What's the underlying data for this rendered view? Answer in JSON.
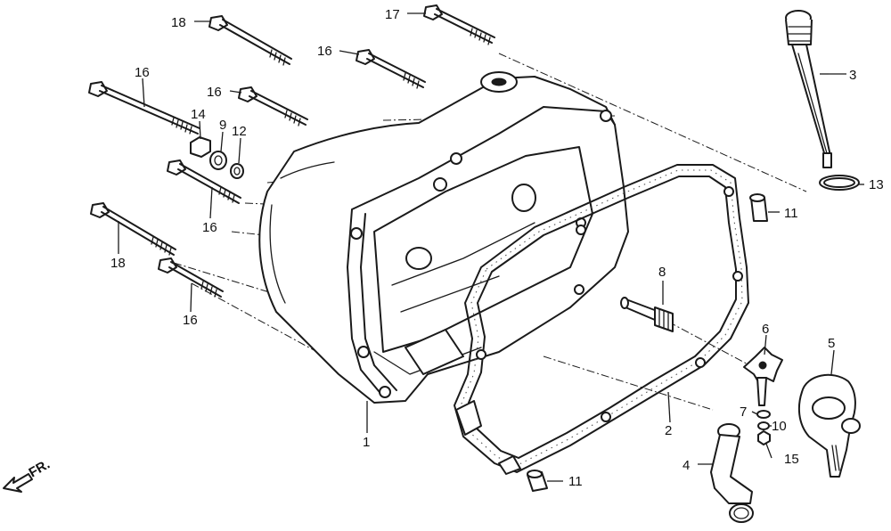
{
  "callouts": {
    "c1": "1",
    "c2": "2",
    "c3": "3",
    "c4": "4",
    "c5": "5",
    "c6": "6",
    "c7": "7",
    "c8": "8",
    "c9": "9",
    "c10": "10",
    "c11a": "11",
    "c11b": "11",
    "c12": "12",
    "c13": "13",
    "c14": "14",
    "c15": "15",
    "c16a": "16",
    "c16b": "16",
    "c16c": "16",
    "c16d": "16",
    "c16e": "16",
    "c17": "17",
    "c18a": "18",
    "c18b": "18"
  },
  "direction": {
    "label": "FR."
  }
}
